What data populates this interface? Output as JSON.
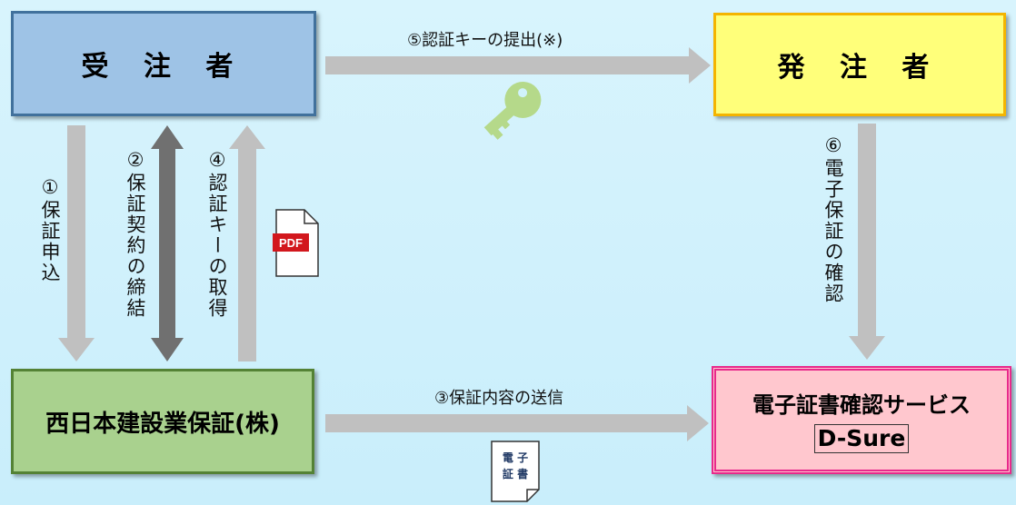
{
  "boxes": {
    "contractor": "受 注 者",
    "orderer": "発 注 者",
    "guarantor": "西日本建設業保証(株)",
    "dsure_title": "電子証書確認サービス",
    "dsure_tag": "D-Sure"
  },
  "steps": {
    "step1": "①保証申込",
    "step2": "②保証契約の締結",
    "step3": "③保証内容の送信",
    "step4": "④認証キーの取得",
    "step5": "⑤認証キーの提出(※)",
    "step6": "⑥電子保証の確認"
  },
  "icons": {
    "pdf_label": "PDF",
    "certificate_line1": "電 子",
    "certificate_line2": "証 書",
    "key": "key-icon"
  },
  "colors": {
    "arrow_gray": "#c0c0c0",
    "arrow_dark": "#707070",
    "key_green": "#b5d98a",
    "pdf_red": "#d2171d"
  }
}
